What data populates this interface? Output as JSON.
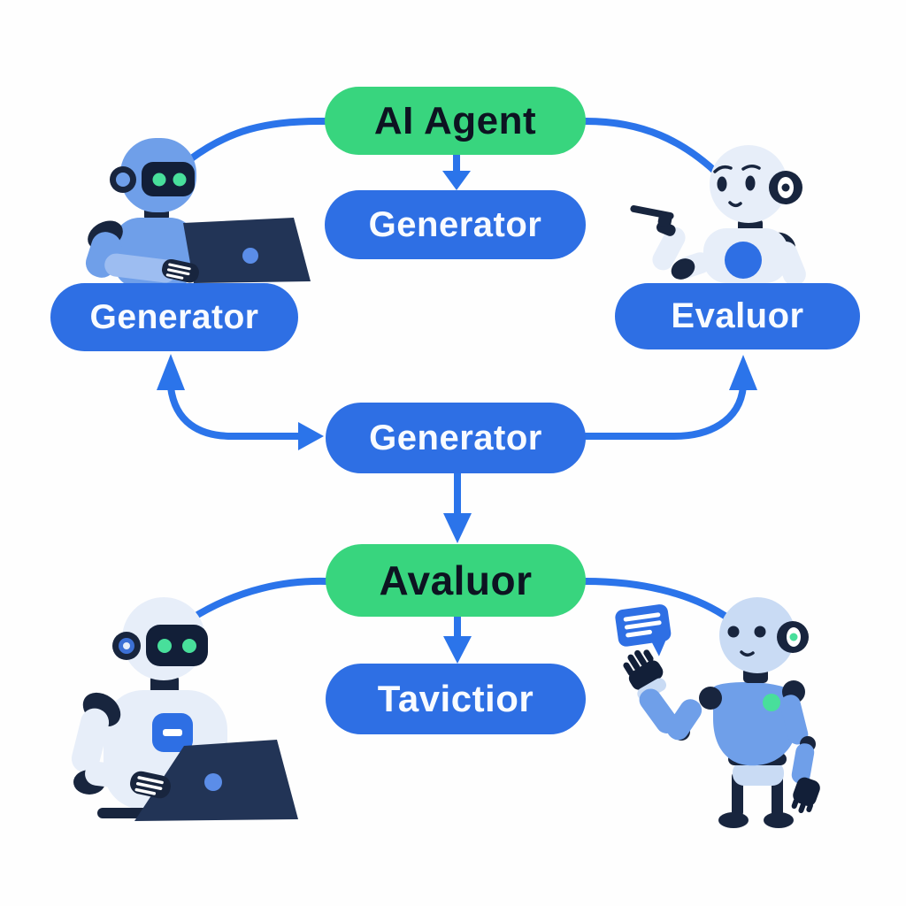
{
  "palette": {
    "green": "#38d57e",
    "blue": "#2e6fe4",
    "arrow_blue": "#2b74ea",
    "navy": "#18253e",
    "visor": "#121f38",
    "robot_blue": "#6f9fe9",
    "robot_arm": "#9dbdf1",
    "robot_light": "#e7eef9",
    "robot_light_blue": "#c9dbf4",
    "eye_green": "#48df9b",
    "laptop_navy": "#223456",
    "laptop_dot": "#5b8de8",
    "text_dark": "#0d1321",
    "text_light": "#f8fbff"
  },
  "nodes": {
    "ai_agent": {
      "label": "AI Agent",
      "color": "green"
    },
    "generator_top": {
      "label": "Generator",
      "color": "blue"
    },
    "generator_left": {
      "label": "Generator",
      "color": "blue"
    },
    "evaluor": {
      "label": "Evaluor",
      "color": "blue"
    },
    "generator_mid": {
      "label": "Generator",
      "color": "blue"
    },
    "avaluor": {
      "label": "Avaluor",
      "color": "green"
    },
    "tavictior": {
      "label": "Tavictior",
      "color": "blue"
    }
  },
  "illustrations": [
    {
      "name": "robot-typing-laptop-icon",
      "position": "top-left"
    },
    {
      "name": "robot-holding-pen-icon",
      "position": "top-right"
    },
    {
      "name": "robot-typing-laptop-icon",
      "position": "bottom-left"
    },
    {
      "name": "robot-waving-icon",
      "position": "bottom-right"
    },
    {
      "name": "speech-bubble-icon",
      "position": "bottom-right"
    }
  ]
}
